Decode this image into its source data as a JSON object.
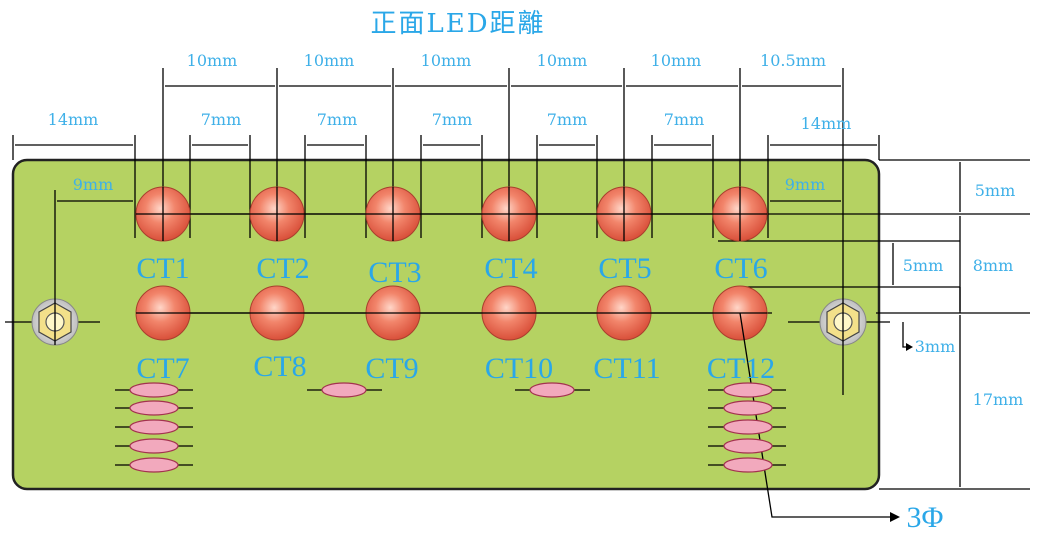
{
  "title": "正面LED距離",
  "top_spacing": [
    "10mm",
    "10mm",
    "10mm",
    "10mm",
    "10mm",
    "10.5mm"
  ],
  "led_gap": [
    "7mm",
    "7mm",
    "7mm",
    "7mm",
    "7mm"
  ],
  "edge_left": "14mm",
  "edge_right": "14mm",
  "hole_to_led_left": "9mm",
  "hole_to_led_right": "9mm",
  "top_row_labels": [
    "CT1",
    "CT2",
    "CT3",
    "CT4",
    "CT5",
    "CT6"
  ],
  "bottom_row_labels": [
    "CT7",
    "CT8",
    "CT9",
    "CT10",
    "CT11",
    "CT12"
  ],
  "vertical_dims": {
    "top_margin": "5mm",
    "row_gap": "5mm",
    "row_gap_total": "8mm",
    "bottom": "17mm",
    "hole_offset": "3mm"
  },
  "hole_diameter": "3Φ",
  "colors": {
    "board": "#b5d262",
    "led": "#f07258",
    "label": "#2aa7e8",
    "resistor": "#f2a9bd"
  }
}
